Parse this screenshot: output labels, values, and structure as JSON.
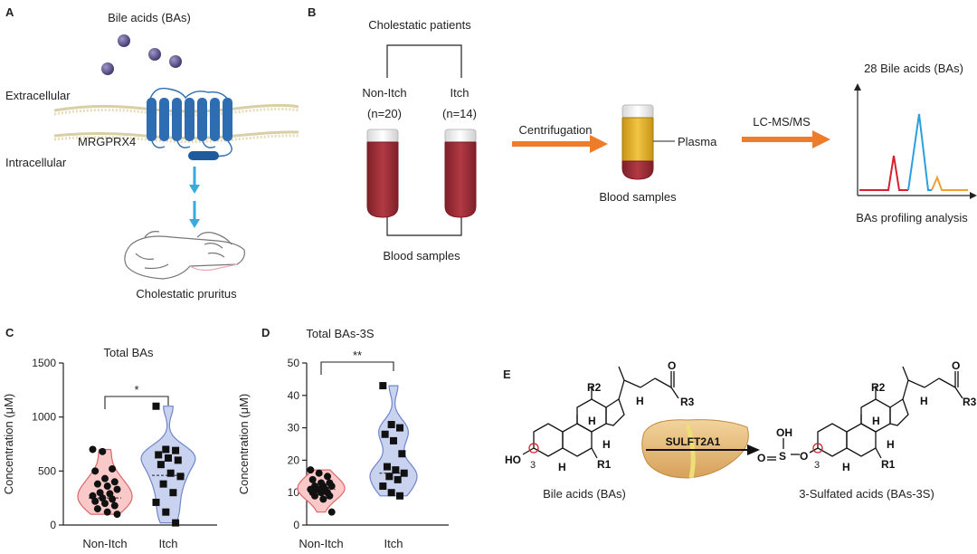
{
  "panels": {
    "a": {
      "label": "A",
      "title": "Bile acids (BAs)",
      "extracellular": "Extracellular",
      "intracellular": "Intracellular",
      "receptor": "MRGPRX4",
      "caption": "Cholestatic pruritus"
    },
    "b": {
      "label": "B",
      "title": "Cholestatic patients",
      "group1": "Non-Itch",
      "group1_n": "(n=20)",
      "group2": "Itch",
      "group2_n": "(n=14)",
      "blood_samples_1": "Blood samples",
      "centrifugation": "Centrifugation",
      "plasma": "Plasma",
      "blood_samples_2": "Blood samples",
      "lcms": "LC-MS/MS",
      "chrom_title": "28 Bile acids (BAs)",
      "profiling": "BAs profiling analysis"
    },
    "c": {
      "label": "C"
    },
    "d": {
      "label": "D"
    },
    "e": {
      "label": "E",
      "enzyme": "SULFT2A1",
      "left_caption": "Bile acids (BAs)",
      "right_caption": "3-Sulfated acids (BAs-3S)",
      "r1": "R1",
      "r2": "R2",
      "r3": "R3",
      "o": "O",
      "h": "H",
      "ho": "HO",
      "oh": "OH",
      "s": "S",
      "pos3": "3"
    }
  },
  "chart_data": [
    {
      "type": "violin",
      "title": "Total BAs",
      "ylabel": "Concentration (μM)",
      "ylim": [
        0,
        1500
      ],
      "yticks": [
        "0",
        "500",
        "1000",
        "1500"
      ],
      "categories": [
        "Non-Itch",
        "Itch"
      ],
      "significance": "*",
      "series": [
        {
          "name": "Non-Itch",
          "marker": "circle",
          "fill": "#f9c9c9",
          "stroke": "#e06666",
          "median": 250,
          "values": [
            700,
            680,
            520,
            500,
            430,
            400,
            380,
            360,
            330,
            300,
            290,
            270,
            250,
            240,
            220,
            200,
            180,
            150,
            120,
            100
          ]
        },
        {
          "name": "Itch",
          "marker": "square",
          "fill": "#c9d3ef",
          "stroke": "#6f86c9",
          "median": 460,
          "values": [
            1100,
            700,
            690,
            650,
            620,
            600,
            560,
            480,
            450,
            380,
            300,
            210,
            120,
            20
          ]
        }
      ]
    },
    {
      "type": "violin",
      "title": "Total BAs-3S",
      "ylabel": "Concentration (μM)",
      "ylim": [
        0,
        50
      ],
      "yticks": [
        "0",
        "10",
        "20",
        "30",
        "40",
        "50"
      ],
      "categories": [
        "Non-Itch",
        "Itch"
      ],
      "significance": "**",
      "series": [
        {
          "name": "Non-Itch",
          "marker": "circle",
          "fill": "#f9c9c9",
          "stroke": "#e06666",
          "median": 11,
          "values": [
            17,
            16,
            15,
            14,
            13,
            13,
            12,
            12,
            12,
            11,
            11,
            11,
            11,
            10,
            10,
            10,
            9,
            9,
            8,
            4
          ]
        },
        {
          "name": "Itch",
          "marker": "square",
          "fill": "#c9d3ef",
          "stroke": "#6f86c9",
          "median": 16,
          "values": [
            43,
            31,
            30,
            28,
            26,
            22,
            18,
            17,
            16,
            15,
            14,
            12,
            10,
            9
          ]
        }
      ]
    }
  ],
  "colors": {
    "arrow_orange": "#ee7d2b",
    "arrow_blue": "#3aa9de",
    "receptor": "#2f6db3",
    "blood": "#a8313b",
    "plasma": "#e3b530",
    "peak_red": "#d81f2b",
    "peak_blue": "#2a9fe0",
    "peak_orange": "#f0a033"
  }
}
